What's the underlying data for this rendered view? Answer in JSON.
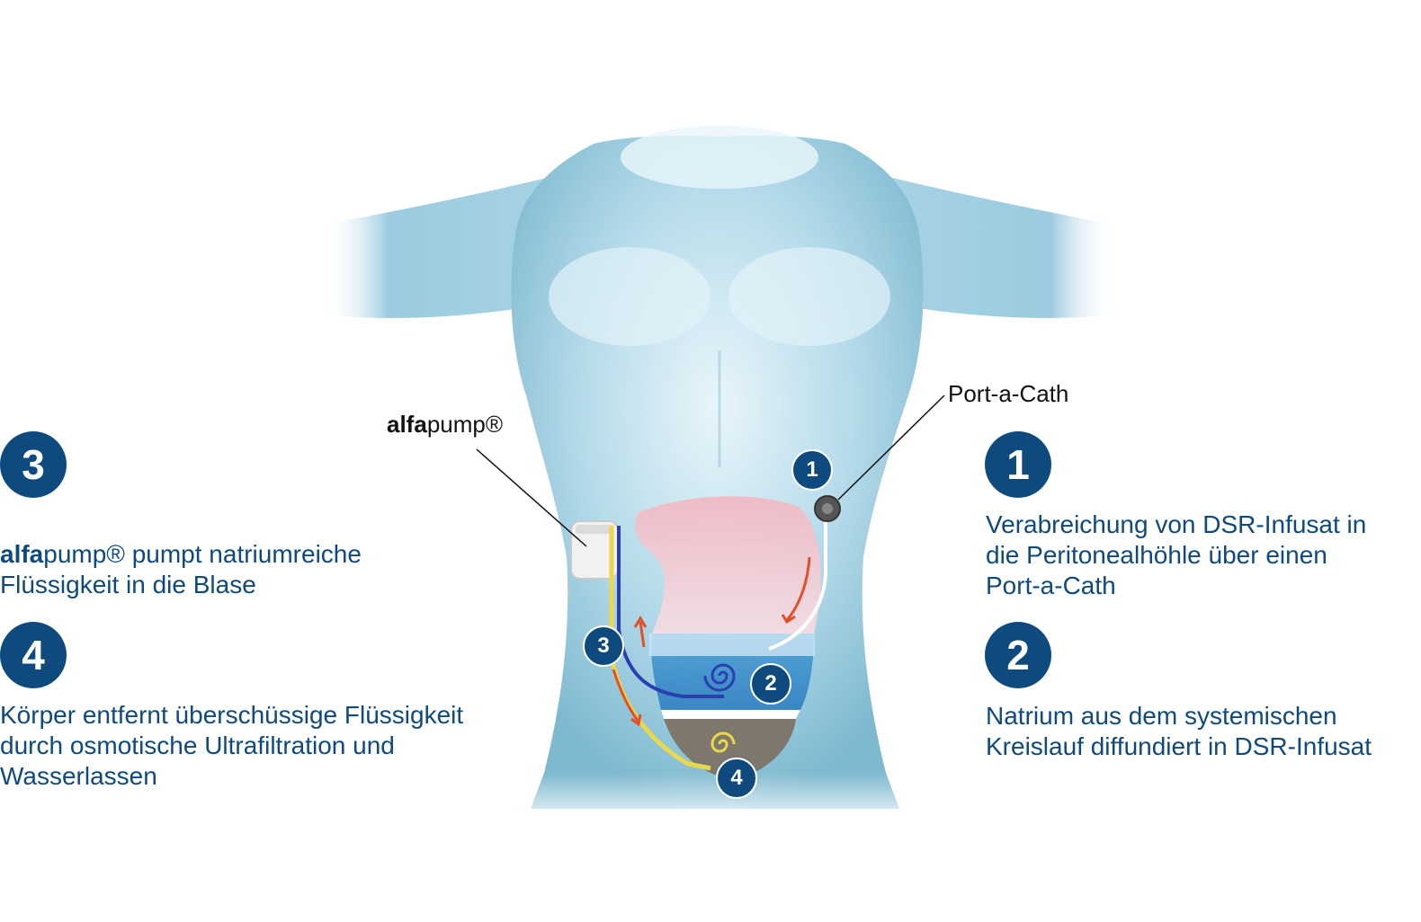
{
  "labels": {
    "port": "Port-a-Cath",
    "pump_bold": "alfa",
    "pump_rest": "pump®"
  },
  "steps": {
    "s1": {
      "number": "1",
      "text": "Verabreichung von DSR-Infusat in\ndie Peritonealhöhle über einen\nPort-a-Cath"
    },
    "s2": {
      "number": "2",
      "text": "Natrium aus dem systemischen\nKreislauf diffundiert in DSR-Infusat"
    },
    "s3": {
      "number": "3",
      "bold": "alfa",
      "text": "pump® pumpt natriumreiche\nFlüssigkeit in die Blase"
    },
    "s4": {
      "number": "4",
      "text": "Körper entfernt überschüssige Flüssigkeit\ndurch osmotische Ultrafiltration und\nWasserlassen"
    }
  },
  "diagram_markers": [
    "1",
    "2",
    "3",
    "4"
  ],
  "colors": {
    "badge": "#0f4a7e",
    "text": "#0f4a7e",
    "body": "#a9d4e4",
    "arrow": "#e0502a",
    "yellow_tube": "#e8d84a",
    "blue_tube": "#2a3fb0"
  }
}
